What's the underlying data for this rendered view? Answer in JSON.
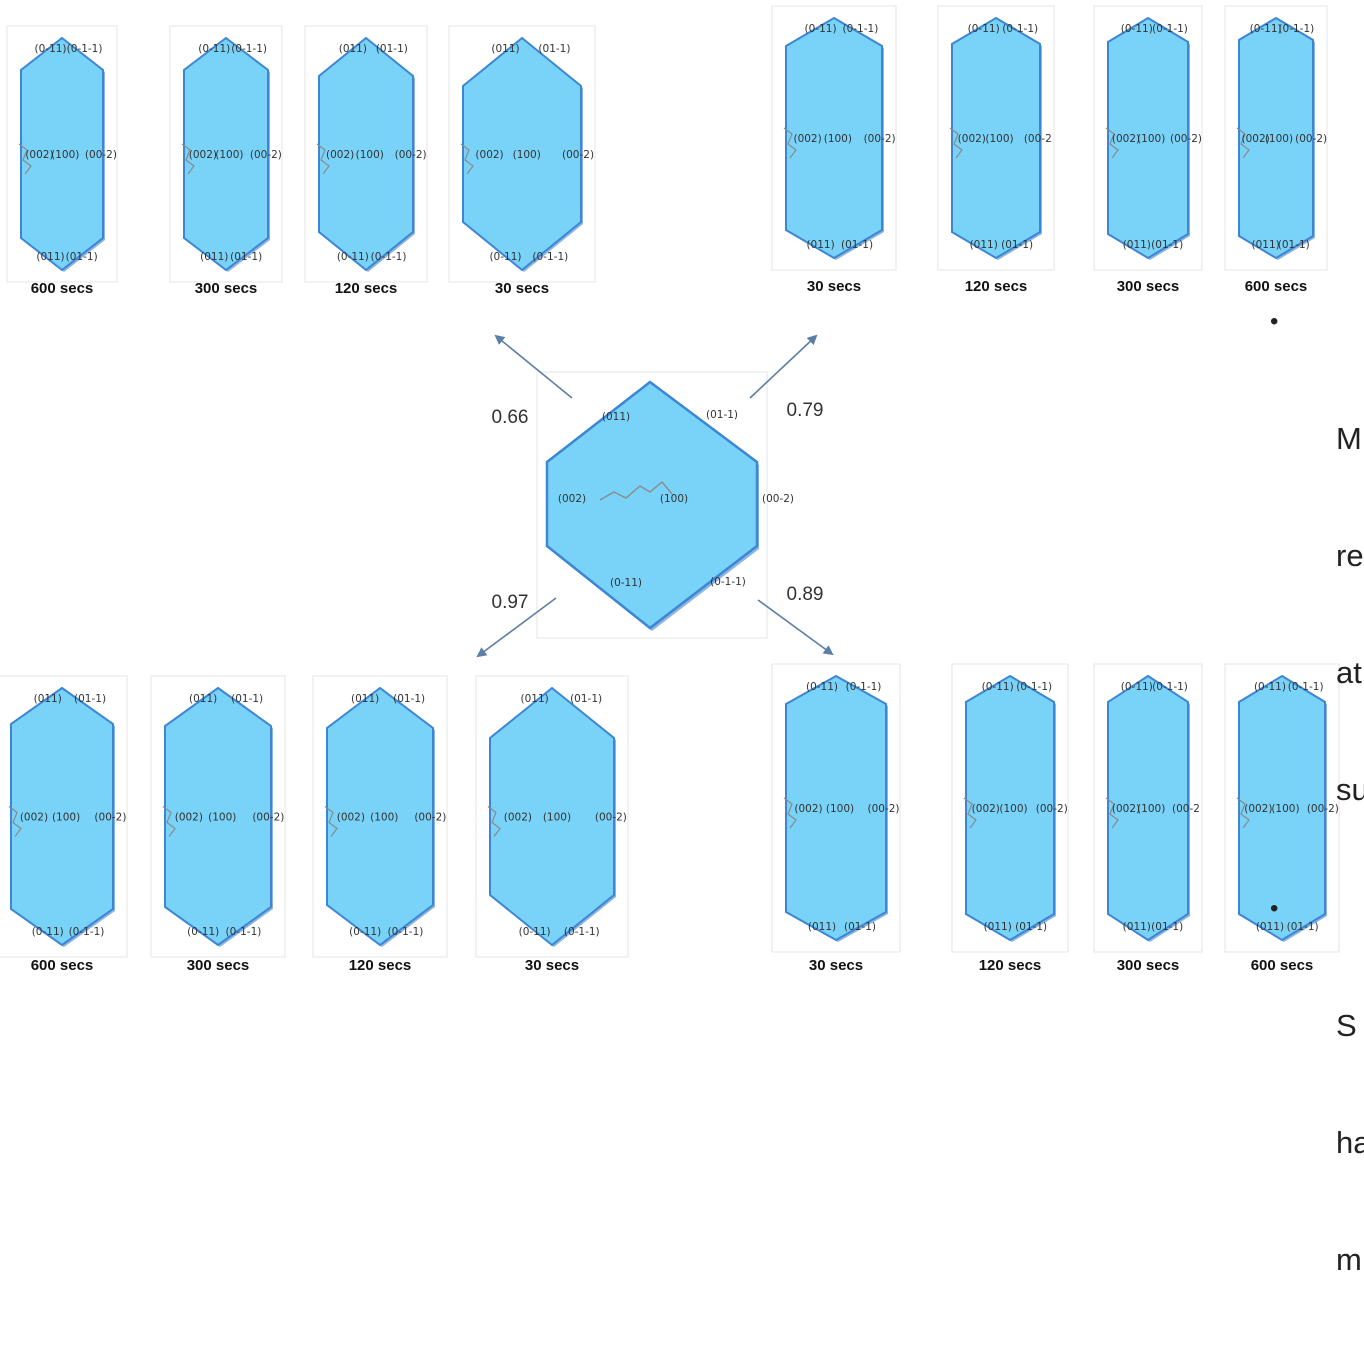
{
  "colors": {
    "crystal_fill": "#79d3f8",
    "crystal_edge": "#3d86d4",
    "arrow": "#5b7fa6",
    "frame": "#e4e4e4"
  },
  "central": {
    "labels": {
      "top_left": "(011)",
      "top_right": "(01-1)",
      "left": "(002)",
      "center": "(100)",
      "right": "(00-2)",
      "bottom_left": "(0-11)",
      "bottom_right": "(0-1-1)"
    }
  },
  "arrows": [
    {
      "direction": "up-left",
      "ratio": "0.66"
    },
    {
      "direction": "up-right",
      "ratio": "0.79"
    },
    {
      "direction": "down-left",
      "ratio": "0.97"
    },
    {
      "direction": "down-right",
      "ratio": "0.89"
    }
  ],
  "panels": {
    "top_left": [
      {
        "caption": "600 secs",
        "labels": {
          "tl": "(0-11)",
          "tr": "(0-1-1)",
          "left": "(002)",
          "center": "(100)",
          "right": "(00-2)",
          "bl": "(011)",
          "br": "(01-1)"
        }
      },
      {
        "caption": "300 secs",
        "labels": {
          "tl": "(0-11)",
          "tr": "(0-1-1)",
          "left": "(002)",
          "center": "(100)",
          "right": "(00-2)",
          "bl": "(011)",
          "br": "(01-1)"
        }
      },
      {
        "caption": "120 secs",
        "labels": {
          "tl": "(011)",
          "tr": "(01-1)",
          "left": "(002)",
          "center": "(100)",
          "right": "(00-2)",
          "bl": "(0-11)",
          "br": "(0-1-1)"
        }
      },
      {
        "caption": "30 secs",
        "labels": {
          "tl": "(011)",
          "tr": "(01-1)",
          "left": "(002)",
          "center": "(100)",
          "right": "(00-2)",
          "bl": "(0-11)",
          "br": "(0-1-1)"
        }
      }
    ],
    "top_right": [
      {
        "caption": "30 secs",
        "labels": {
          "tl": "(0-11)",
          "tr": "(0-1-1)",
          "left": "(002)",
          "center": "(100)",
          "right": "(00-2)",
          "bl": "(011)",
          "br": "(01-1)"
        }
      },
      {
        "caption": "120 secs",
        "labels": {
          "tl": "(0-11)",
          "tr": "(0-1-1)",
          "left": "(002)",
          "center": "(100)",
          "right": "(00-2",
          "bl": "(011)",
          "br": "(01-1)"
        }
      },
      {
        "caption": "300 secs",
        "labels": {
          "tl": "(0-11)",
          "tr": "(0-1-1)",
          "left": "(002)",
          "center": "(100)",
          "right": "(00-2)",
          "bl": "(011)",
          "br": "(01-1)"
        }
      },
      {
        "caption": "600 secs",
        "labels": {
          "tl": "(0-11)",
          "tr": "(0-1-1)",
          "left": "(002)",
          "center": "(100)",
          "right": "(00-2)",
          "bl": "(011)",
          "br": "(01-1)"
        }
      }
    ],
    "bottom_left": [
      {
        "caption": "600 secs",
        "labels": {
          "tl": "(011)",
          "tr": "(01-1)",
          "left": "(002)",
          "center": "(100)",
          "right": "(00-2)",
          "bl": "(0-11)",
          "br": "(0-1-1)"
        }
      },
      {
        "caption": "300 secs",
        "labels": {
          "tl": "(011)",
          "tr": "(01-1)",
          "left": "(002)",
          "center": "(100)",
          "right": "(00-2)",
          "bl": "(0-11)",
          "br": "(0-1-1)"
        }
      },
      {
        "caption": "120 secs",
        "labels": {
          "tl": "(011)",
          "tr": "(01-1)",
          "left": "(002)",
          "center": "(100)",
          "right": "(00-2)",
          "bl": "(0-11)",
          "br": "(0-1-1)"
        }
      },
      {
        "caption": "30 secs",
        "labels": {
          "tl": "(011)",
          "tr": "(01-1)",
          "left": "(002)",
          "center": "(100)",
          "right": "(00-2)",
          "bl": "(0-11)",
          "br": "(0-1-1)"
        }
      }
    ],
    "bottom_right": [
      {
        "caption": "30 secs",
        "labels": {
          "tl": "(0-11)",
          "tr": "(0-1-1)",
          "left": "(002)",
          "center": "(100)",
          "right": "(00-2)",
          "bl": "(011)",
          "br": "(01-1)"
        }
      },
      {
        "caption": "120 secs",
        "labels": {
          "tl": "(0-11)",
          "tr": "(0-1-1)",
          "left": "(002)",
          "center": "(100)",
          "right": "(00-2)",
          "bl": "(011)",
          "br": "(01-1)"
        }
      },
      {
        "caption": "300 secs",
        "labels": {
          "tl": "(0-11)",
          "tr": "(0-1-1)",
          "left": "(002)",
          "center": "(100)",
          "right": "(00-2",
          "bl": "(011)",
          "br": "(01-1)"
        }
      },
      {
        "caption": "600 secs",
        "labels": {
          "tl": "(0-11)",
          "tr": "(0-1-1)",
          "left": "(002)",
          "center": "(100)",
          "right": "(00-2)",
          "bl": "(011)",
          "br": "(01-1)"
        }
      }
    ]
  },
  "side_text": {
    "bullets": [
      {
        "symbol": "•",
        "lines": [
          "M",
          "re",
          "at",
          "su"
        ]
      },
      {
        "symbol": "•",
        "lines": [
          "S",
          "ha",
          "m"
        ]
      }
    ]
  }
}
